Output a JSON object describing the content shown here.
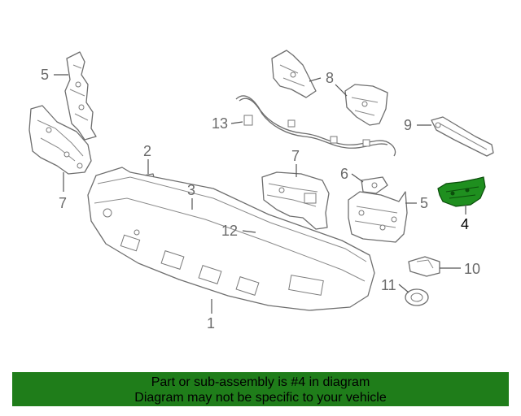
{
  "callouts": {
    "c1": "1",
    "c2": "2",
    "c3": "3",
    "c4": "4",
    "c5a": "5",
    "c5b": "5",
    "c6": "6",
    "c7a": "7",
    "c7b": "7",
    "c8": "8",
    "c9": "9",
    "c10": "10",
    "c11": "11",
    "c12": "12",
    "c13": "13"
  },
  "highlight": {
    "part_number": "4",
    "color": "#1f8f1f"
  },
  "banner": {
    "line1": "Part or sub-assembly is #4 in diagram",
    "line2": "Diagram may not be specific to your vehicle",
    "background": "#1f7d1a"
  }
}
